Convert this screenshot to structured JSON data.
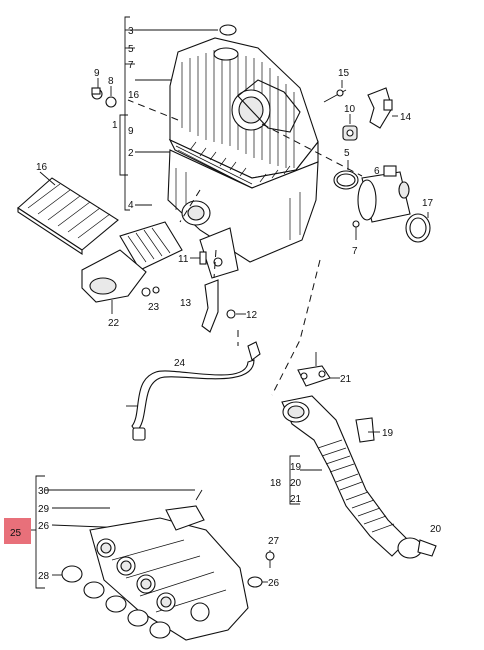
{
  "highlight_color": "#e8707a",
  "callouts": {
    "c3": "3",
    "c5": "5",
    "c7a": "7",
    "c9a": "9",
    "c8": "8",
    "c16a": "16",
    "c1": "1",
    "c9b": "9",
    "c2": "2",
    "c4": "4",
    "c15": "15",
    "c10": "10",
    "c14": "14",
    "c5b": "5",
    "c6": "6",
    "c17": "17",
    "c7b": "7",
    "c16b": "16",
    "c11": "11",
    "c22": "22",
    "c23": "23",
    "c13": "13",
    "c12": "12",
    "c24": "24",
    "c21a": "21",
    "c19": "19",
    "c18": "18",
    "c19b": "19",
    "c20a": "20",
    "c21b": "21",
    "c30": "30",
    "c29": "29",
    "c26a": "26",
    "c25": "25",
    "c28": "28",
    "c27": "27",
    "c26b": "26",
    "c20b": "20"
  }
}
